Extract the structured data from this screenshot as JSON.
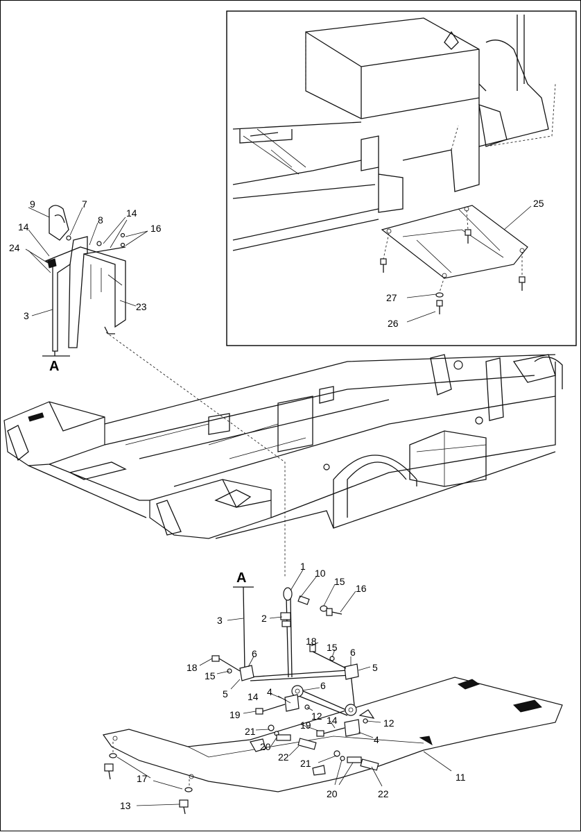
{
  "callouts": {
    "c1": "1",
    "c2": "2",
    "c3a": "3",
    "c3b": "3",
    "c4a": "4",
    "c4b": "4",
    "c5a": "5",
    "c5b": "5",
    "c6a": "6",
    "c6b": "6",
    "c6c": "6",
    "c7": "7",
    "c8": "8",
    "c9": "9",
    "c10": "10",
    "c11": "11",
    "c12a": "12",
    "c12b": "12",
    "c13": "13",
    "c14a": "14",
    "c14b": "14",
    "c14c": "14",
    "c14d": "14",
    "c15a": "15",
    "c15b": "15",
    "c15c": "15",
    "c16a": "16",
    "c16b": "16",
    "c17": "17",
    "c18a": "18",
    "c18b": "18",
    "c19a": "19",
    "c19b": "19",
    "c20a": "20",
    "c20b": "20",
    "c21a": "21",
    "c21b": "21",
    "c22a": "22",
    "c22b": "22",
    "c23": "23",
    "c24": "24",
    "c25": "25",
    "c26": "26",
    "c27": "27"
  },
  "views": {
    "upper": "A",
    "lower": "A"
  }
}
